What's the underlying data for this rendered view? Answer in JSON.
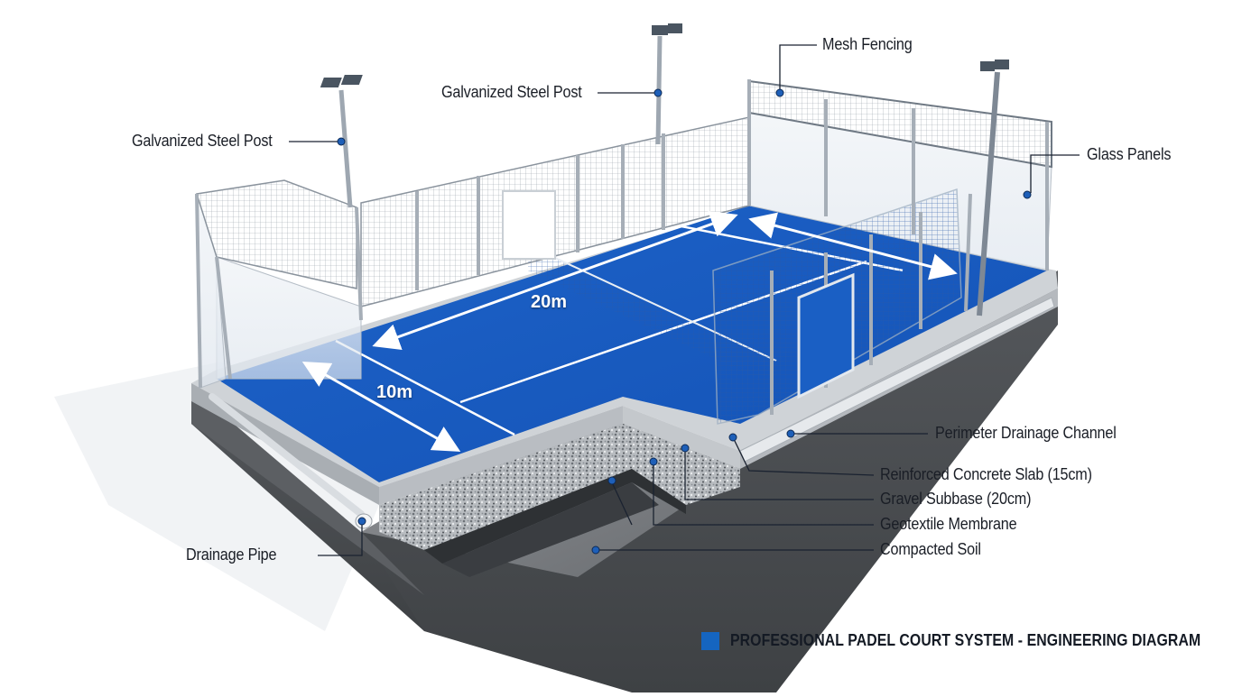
{
  "diagram": {
    "title": "PROFESSIONAL PADEL COURT SYSTEM - ENGINEERING DIAGRAM",
    "accent_color": "#1565c0",
    "court_color": "#1a5fc4",
    "dimensions": {
      "length": "20m",
      "width": "10m"
    },
    "callouts": {
      "steel_post_left": "Galvanized Steel Post",
      "steel_post_center": "Galvanized Steel Post",
      "mesh_fencing": "Mesh Fencing",
      "glass_panels": "Glass Panels",
      "perimeter_drainage": "Perimeter Drainage Channel",
      "concrete_slab": "Reinforced Concrete Slab (15cm)",
      "gravel_subbase": "Gravel Subbase (20cm)",
      "geotextile": "Geotextile Membrane",
      "compacted_soil": "Compacted Soil",
      "drainage_pipe": "Drainage Pipe"
    }
  }
}
